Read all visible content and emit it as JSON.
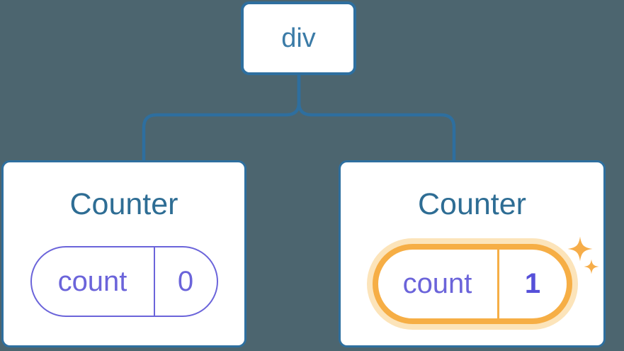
{
  "diagram": {
    "description": "React component tree: a div root with two Counter children; second Counter's count state just updated",
    "root": {
      "label": "div"
    },
    "children": [
      {
        "title": "Counter",
        "state": {
          "key": "count",
          "value": "0"
        },
        "highlighted": false
      },
      {
        "title": "Counter",
        "state": {
          "key": "count",
          "value": "1"
        },
        "highlighted": true,
        "icon": "sparkles-icon"
      }
    ]
  },
  "colors": {
    "bg": "#4C656F",
    "line": "#2E6F9F",
    "node": "#FFFFFF",
    "roottext": "#3B7BA7",
    "titletext": "#2E6D94",
    "purple": "#6B64DA",
    "purplebold": "#5650D9",
    "orange": "#F6AE45",
    "glow": "#FCE4BA",
    "sparkle": "#F6AD49"
  }
}
